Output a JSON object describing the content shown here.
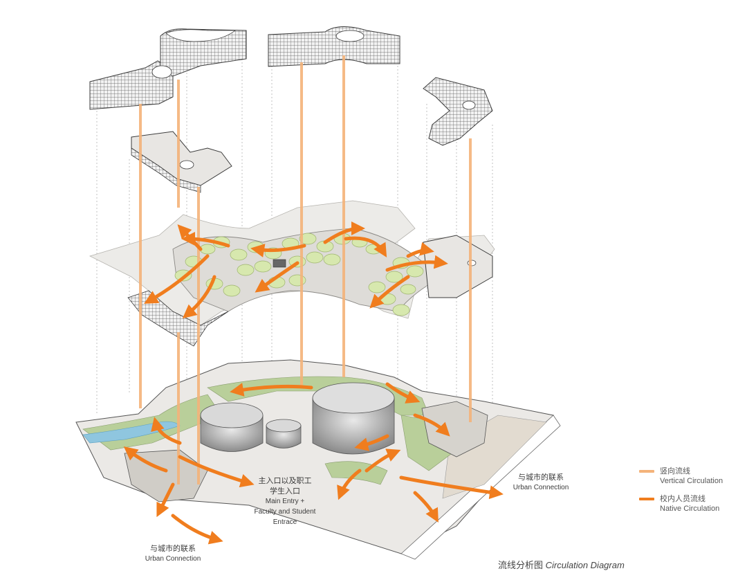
{
  "labels": {
    "main_entry": {
      "zh_line1": "主入口以及职工",
      "zh_line2": "学生入口",
      "en_line1": "Main Entry +",
      "en_line2": "Faculty and Student",
      "en_line3": "Entrace"
    },
    "urban_right": {
      "zh": "与城市的联系",
      "en": "Urban Connection"
    },
    "urban_bottom": {
      "zh": "与城市的联系",
      "en": "Urban Connection"
    }
  },
  "legend": {
    "vertical": {
      "zh": "竖向流线",
      "en": "Vertical Circulation",
      "color": "#f4b37a"
    },
    "native": {
      "zh": "校内人员流线",
      "en": "Native Circulation",
      "color": "#f07d1e"
    }
  },
  "caption": {
    "zh": "流线分析图",
    "en": "Circulation Diagram"
  },
  "colors": {
    "floor_fill": "#e4e2df",
    "green_pad": "#d7e8ae",
    "landscape_green": "#b9cf9a",
    "water": "#8fc6df",
    "building_line": "#3a3a3a"
  }
}
